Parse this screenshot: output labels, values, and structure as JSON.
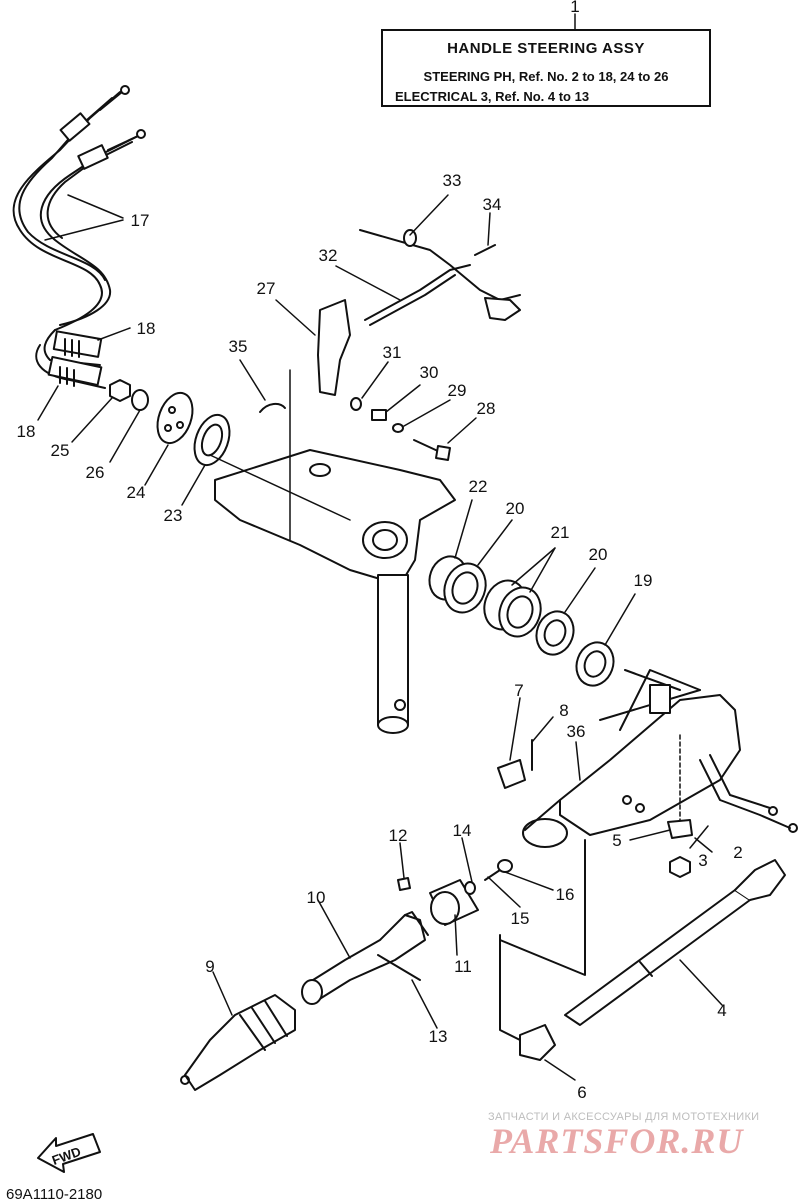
{
  "title_box": {
    "title": "HANDLE STEERING ASSY",
    "line1": "STEERING PH,  Ref. No. 2 to 18, 24 to 26",
    "line2": "ELECTRICAL 3, Ref. No. 4 to 13"
  },
  "callouts": [
    "1",
    "2",
    "3",
    "4",
    "5",
    "6",
    "7",
    "8",
    "9",
    "10",
    "11",
    "12",
    "13",
    "14",
    "15",
    "16",
    "17",
    "18",
    "18",
    "19",
    "20",
    "20",
    "21",
    "22",
    "23",
    "24",
    "25",
    "26",
    "27",
    "28",
    "29",
    "30",
    "31",
    "32",
    "33",
    "34",
    "35",
    "36"
  ],
  "fwd_label": "FWD",
  "diagram_code": "69A1110-2180",
  "watermark": {
    "line1": "ЗАПЧАСТИ И АКСЕССУАРЫ ДЛЯ МОТОТЕХНИКИ",
    "line2": "PARTSFOR.RU"
  },
  "colors": {
    "ink": "#111111",
    "watermark": "#e9a9a9"
  }
}
